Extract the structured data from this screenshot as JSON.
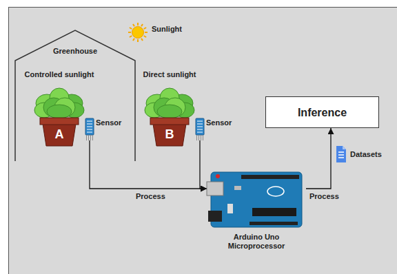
{
  "diagram": {
    "nodes": [
      {
        "text": [
          "Greenhouse"
        ]
      },
      {
        "text": [
          "Controlled sunlight",
          "A"
        ],
        "in": 0
      },
      {
        "text": [
          "Sensor"
        ],
        "in": 0
      },
      {
        "text": [
          "Sunlight"
        ]
      },
      {
        "text": [
          "Direct sunlight",
          "B"
        ]
      },
      {
        "text": [
          "Sensor"
        ]
      },
      {
        "text": [
          "Arduino Uno Microprocessor"
        ]
      },
      {
        "text": [
          "Inference"
        ]
      },
      {
        "text": [
          "Datasets"
        ]
      }
    ],
    "edges": [
      {
        "from": 2,
        "to": 6,
        "arrow": "to",
        "label": "Process"
      },
      {
        "from": 5,
        "to": 6,
        "arrow": "to"
      },
      {
        "from": 6,
        "to": 7,
        "arrow": "to",
        "label": "Process"
      }
    ]
  }
}
